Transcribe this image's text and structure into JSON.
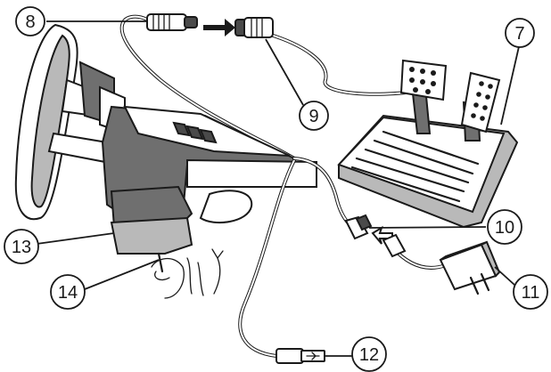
{
  "callouts": [
    {
      "id": "c7",
      "label": "7"
    },
    {
      "id": "c8",
      "label": "8"
    },
    {
      "id": "c9",
      "label": "9"
    },
    {
      "id": "c10",
      "label": "10"
    },
    {
      "id": "c11",
      "label": "11"
    },
    {
      "id": "c12",
      "label": "12"
    },
    {
      "id": "c13",
      "label": "13"
    },
    {
      "id": "c14",
      "label": "14"
    }
  ]
}
